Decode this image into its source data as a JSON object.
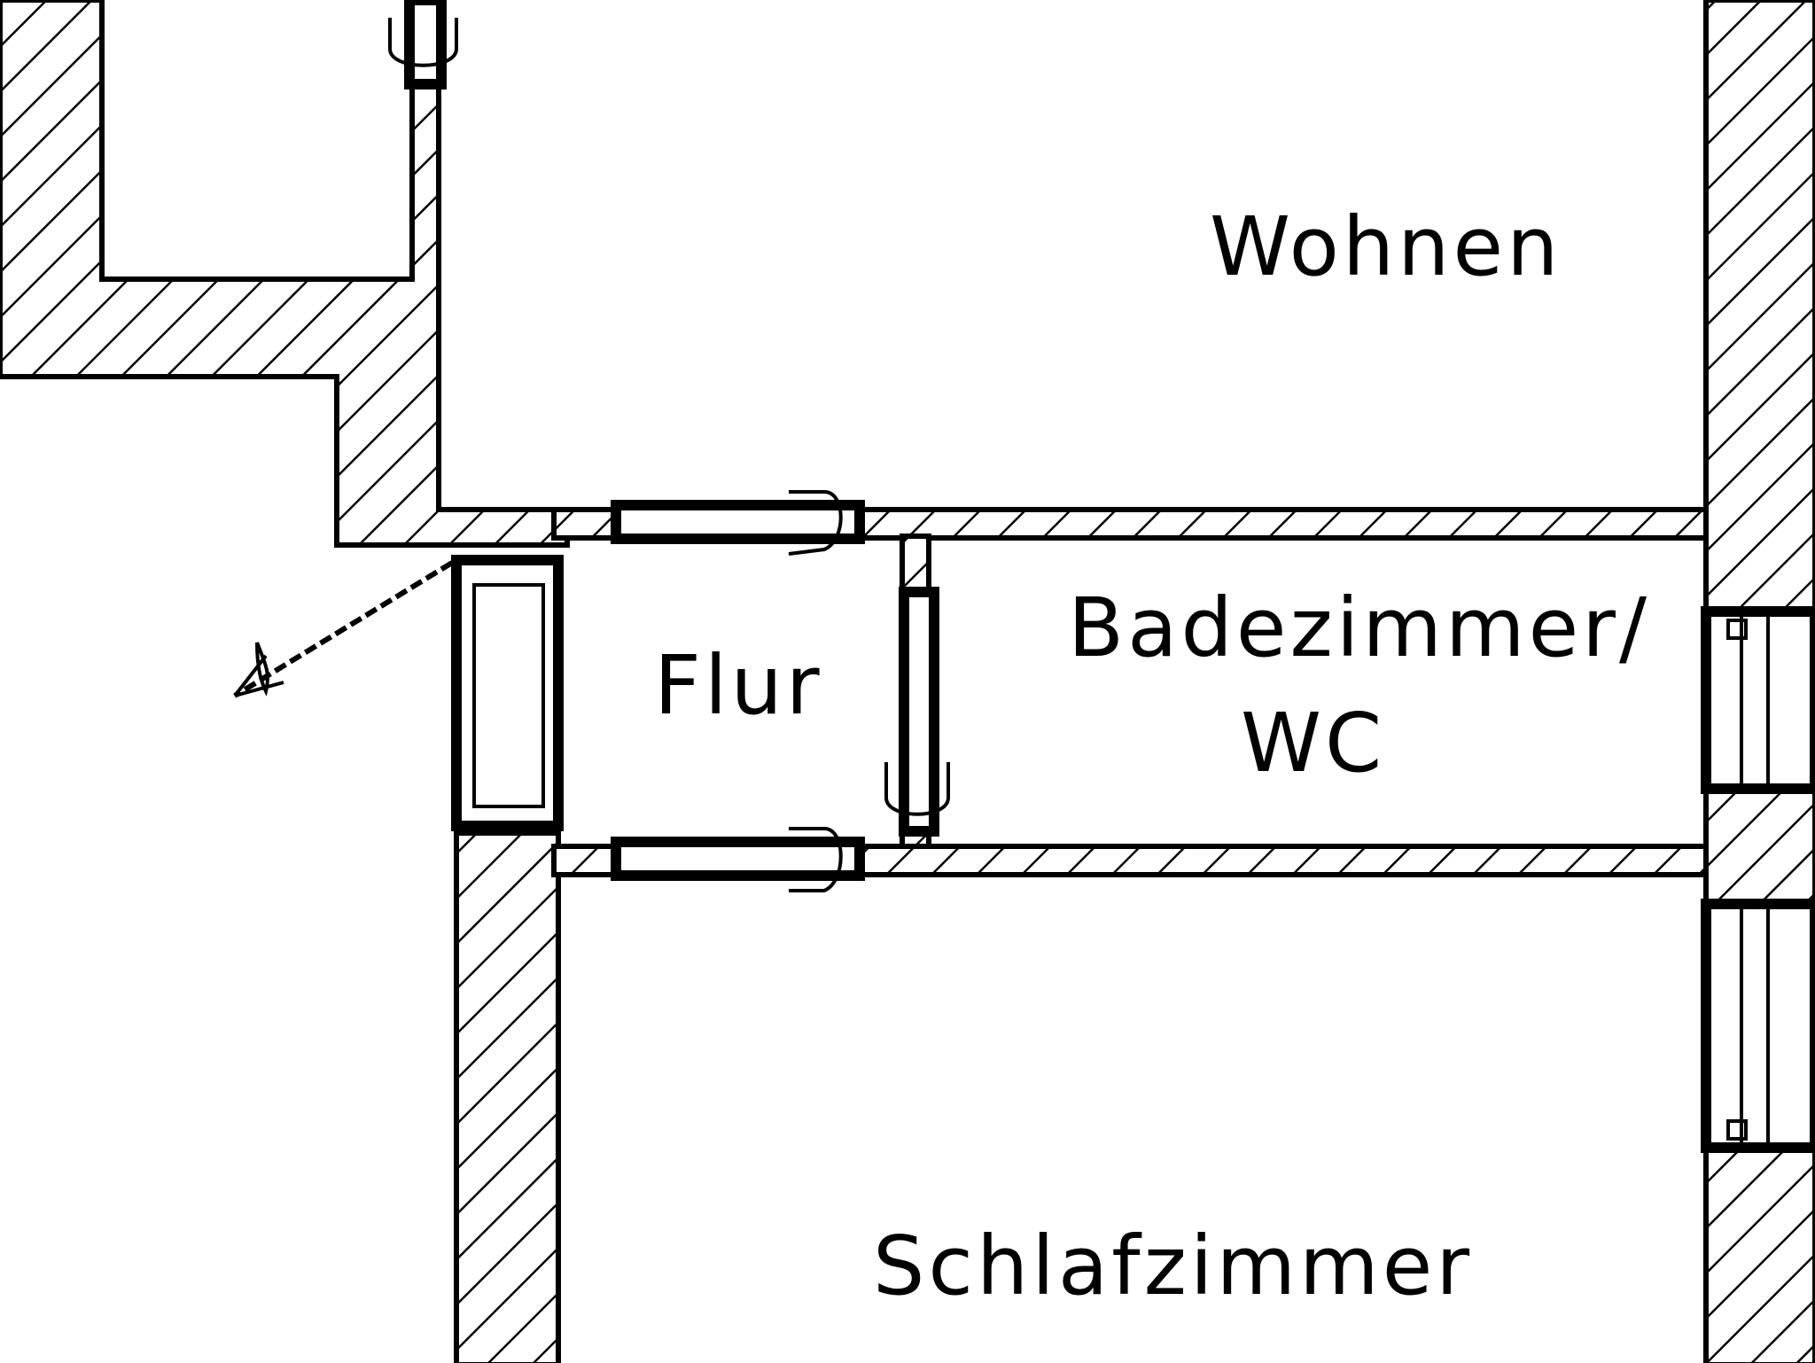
{
  "floor_plan": {
    "rooms": {
      "wohnen": "Wohnen",
      "flur": "Flur",
      "bad_line1": "Badezimmer/",
      "bad_line2": "WC",
      "schlafzimmer": "Schlafzimmer"
    },
    "colors": {
      "ink": "#000000",
      "paper": "#ffffff"
    }
  }
}
